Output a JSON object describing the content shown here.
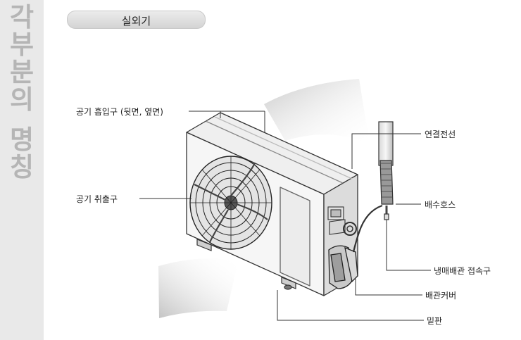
{
  "sidebar": {
    "title_chars": [
      "각",
      "부",
      "분",
      "의",
      "명",
      "칭"
    ]
  },
  "header": {
    "title": "실외기"
  },
  "labels": {
    "air_intake": "공기 흡입구 (뒷면, 옆면)",
    "air_outlet": "공기 취출구",
    "connection_wire": "연결전선",
    "drain_hose": "배수호스",
    "refrigerant_pipe_joint": "냉매배관 접속구",
    "pipe_cover": "배관커버",
    "base_plate": "밑판"
  },
  "colors": {
    "sidebar_bg": "#e9e9e9",
    "sidebar_text": "#b5b5b5",
    "line": "#333333"
  }
}
